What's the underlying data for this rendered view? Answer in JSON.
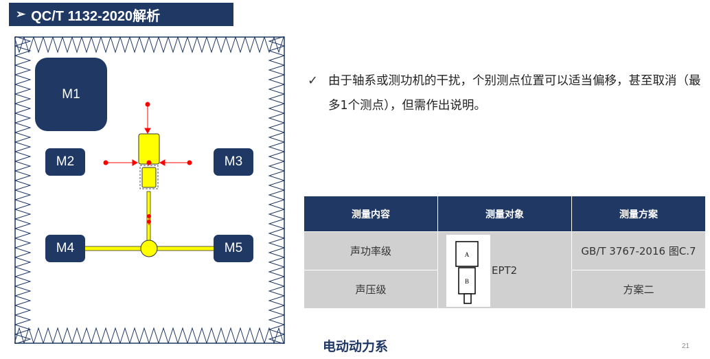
{
  "title": {
    "arrow": "➢",
    "text": "QC/T 1132-2020解析"
  },
  "diagram": {
    "mics": {
      "m1": "M1",
      "m2": "M2",
      "m3": "M3",
      "m4": "M4",
      "m5": "M5"
    },
    "colors": {
      "mic": "#1f3864",
      "wedge": "#1f3864",
      "shaft": "#ffff00",
      "marker": "#ff0000"
    }
  },
  "bullet": {
    "check": "✓",
    "text": "由于轴系或测功机的干扰，个别测点位置可以适当偏移，甚至取消（最多1个测点），但需作出说明。"
  },
  "table": {
    "headers": [
      "测量内容",
      "测量对象",
      "测量方案"
    ],
    "rows": [
      {
        "content": "声功率级",
        "scheme": "GB/T 3767-2016 图C.7"
      },
      {
        "content": "声压级",
        "scheme": "方案二"
      }
    ],
    "object": {
      "label": "EPT2",
      "fig_a": "A",
      "fig_b": "B"
    }
  },
  "footer": {
    "title": "电动动力系",
    "page": "21"
  }
}
